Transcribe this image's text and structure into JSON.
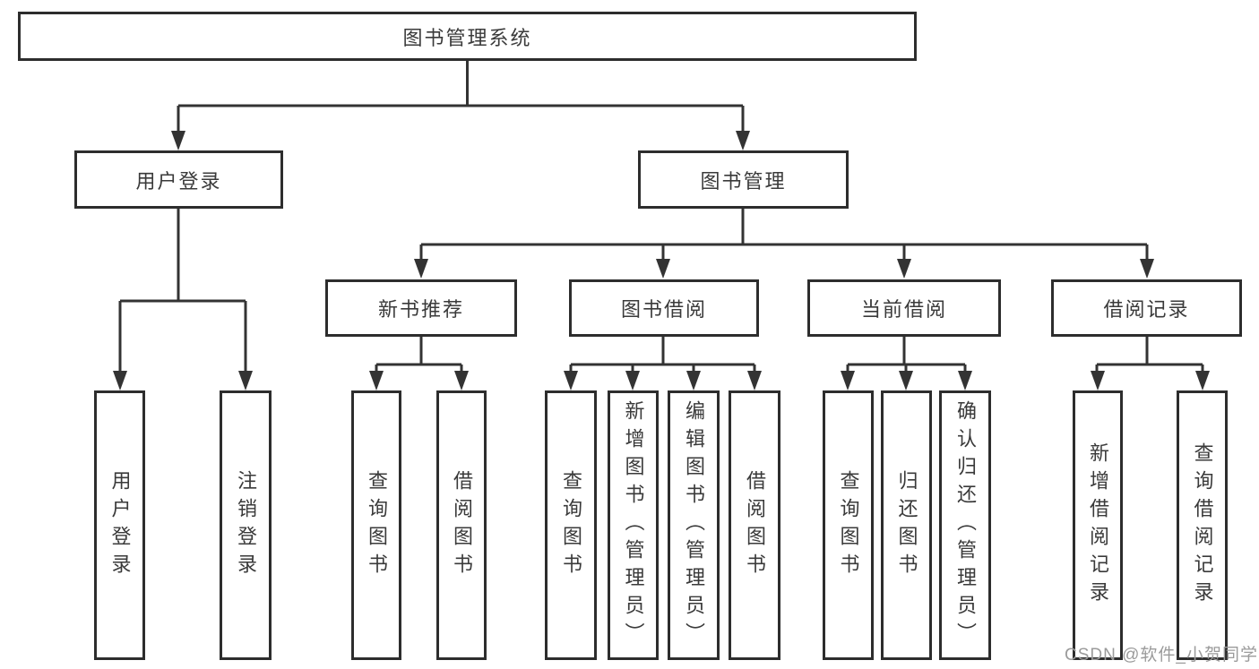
{
  "nodes": {
    "root": {
      "label": "图书管理系统"
    },
    "user_login": {
      "label": "用户登录"
    },
    "book_management": {
      "label": "图书管理"
    },
    "new_book_recommendation": {
      "label": "新书推荐"
    },
    "book_borrowing": {
      "label": "图书借阅"
    },
    "current_borrowing": {
      "label": "当前借阅"
    },
    "borrowing_records": {
      "label": "借阅记录"
    },
    "leaves": {
      "user_login_login": {
        "label": "用户登录"
      },
      "user_login_logout": {
        "label": "注销登录"
      },
      "newbook_query": {
        "label": "查询图书"
      },
      "newbook_borrow": {
        "label": "借阅图书"
      },
      "borrowing_query": {
        "label": "查询图书"
      },
      "borrowing_add_admin": {
        "label": "新增图书（管理员）"
      },
      "borrowing_edit_admin": {
        "label": "编辑图书（管理员）"
      },
      "borrowing_borrow": {
        "label": "借阅图书"
      },
      "current_query": {
        "label": "查询图书"
      },
      "current_return": {
        "label": "归还图书"
      },
      "current_confirm_admin": {
        "label": "确认归还（管理员）"
      },
      "records_add": {
        "label": "新增借阅记录"
      },
      "records_query": {
        "label": "查询借阅记录"
      }
    }
  },
  "watermark": "CSDN @软件_小贺同学",
  "colors": {
    "line": "#333333",
    "border": "#2d2d2d",
    "text": "#3a3a3a",
    "watermark": "#9b9b9b",
    "background": "#ffffff"
  }
}
